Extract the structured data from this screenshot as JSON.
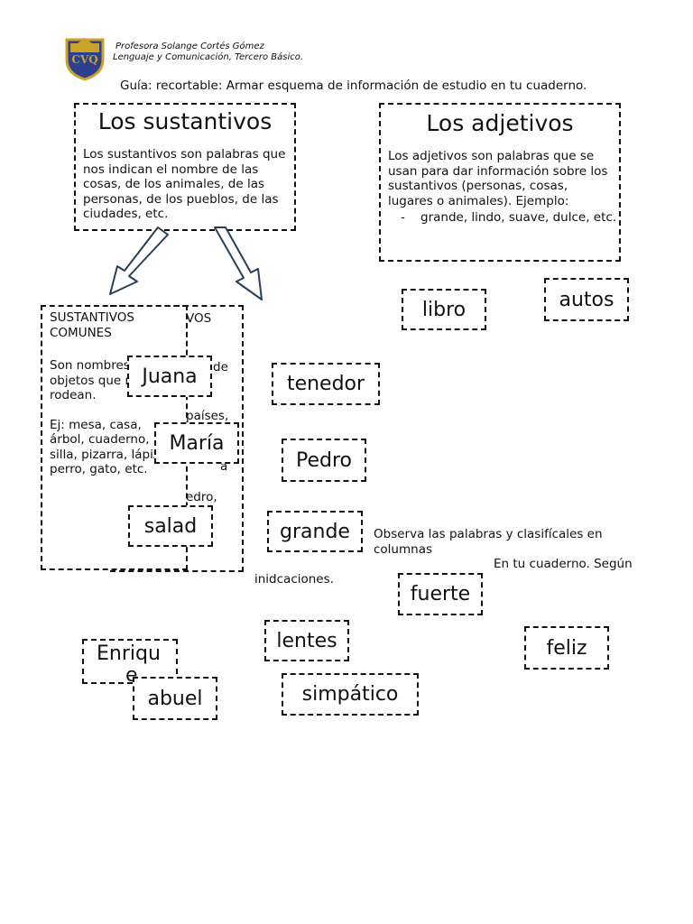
{
  "header": {
    "teacher": "Profesora Solange Cortés Gómez",
    "subject": "Lenguaje y Comunicación, Tercero Básico.",
    "logo_text": "CVQ",
    "guide": "Guía: recortable: Armar esquema de información de estudio en tu cuaderno."
  },
  "sustantivos": {
    "title": "Los sustantivos",
    "text": "Los sustantivos son palabras que nos indican el nombre de las cosas, de los animales, de las personas, de los pueblos, de las ciudades, etc."
  },
  "adjetivos": {
    "title": "Los adjetivos",
    "text": "Los adjetivos son palabras que se usan para dar información sobre los sustantivos (personas, cosas, lugares o animales). Ejemplo:",
    "example": "grande, lindo, suave, dulce, etc."
  },
  "comunes": {
    "title": "SUSTANTIVOS COMUNES",
    "definition": "Son nombres de los objetos que nos rodean.",
    "example": "Ej: mesa, casa, árbol, cuaderno, silla, pizarra, lápiz, perro, gato, etc."
  },
  "propios_fragments": {
    "title_end": "VOS",
    "de": "de",
    "paises": "países,",
    "a": "a",
    "pedro": "edro,"
  },
  "cards": [
    "libro",
    "autos",
    "Juana",
    "tenedor",
    "María",
    "Pedro",
    "grande",
    "salad",
    "fuerte",
    "lentes",
    "feliz",
    "Enriqu",
    "e",
    "abuel",
    "simpático"
  ],
  "instructions": {
    "line1": "Observa las palabras y clasifícales en columnas",
    "line2": "En tu cuaderno. Según",
    "line3": "inidcaciones."
  },
  "colors": {
    "arrow": "#2c3e55",
    "logo_blue": "#2d3f8f",
    "logo_gold": "#c9a227"
  }
}
